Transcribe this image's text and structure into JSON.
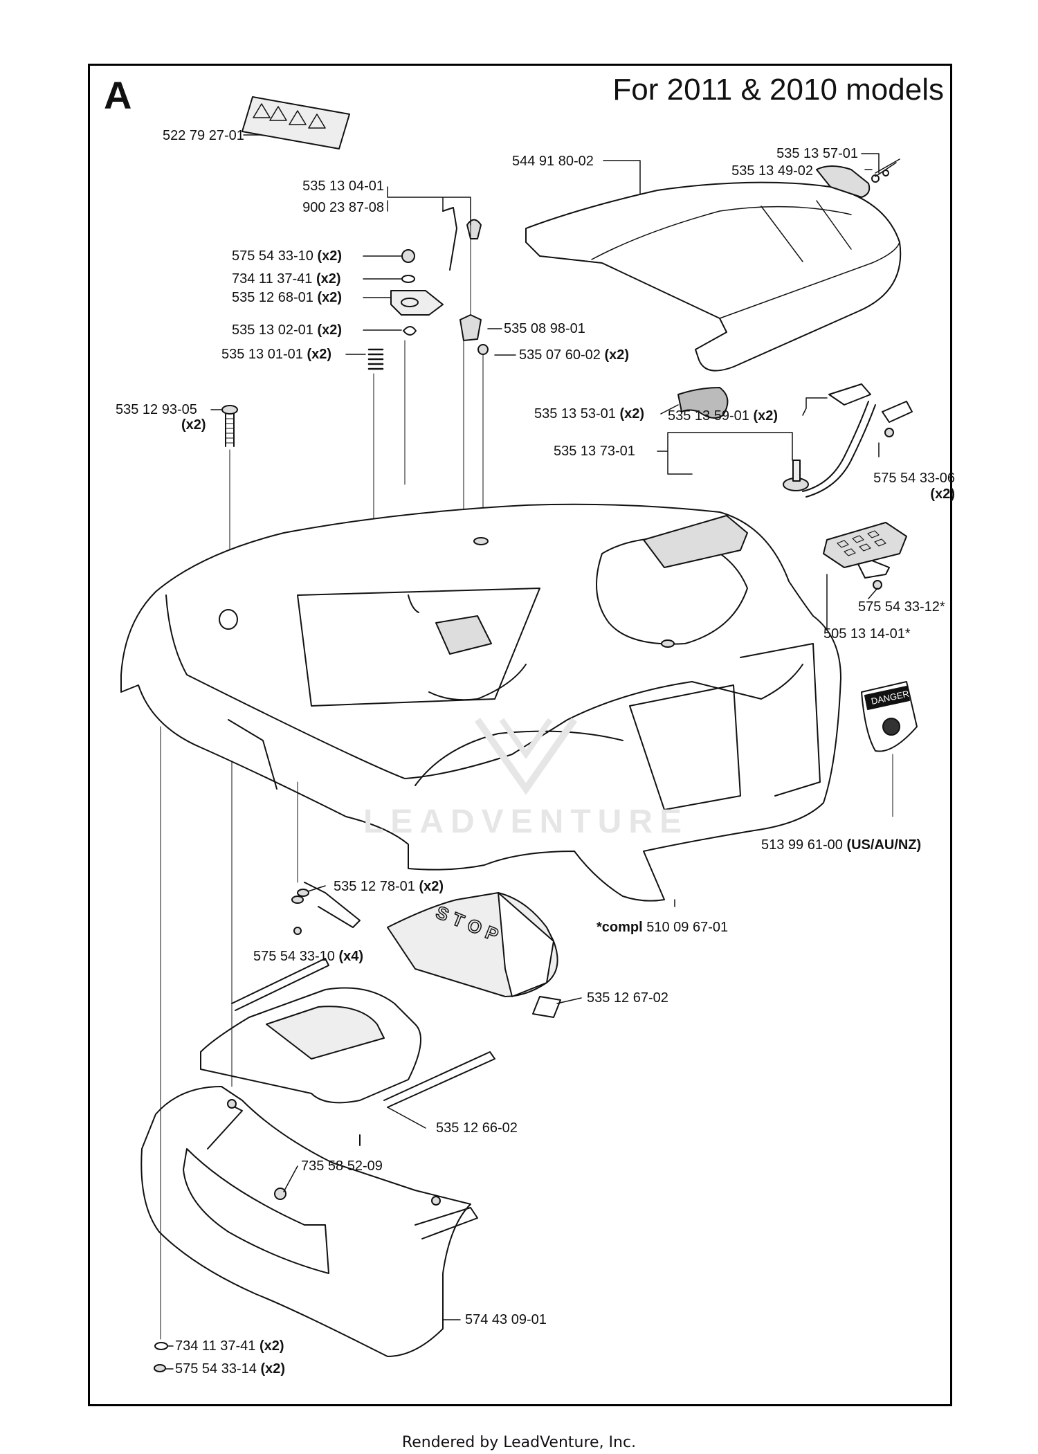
{
  "header": {
    "section_letter": "A",
    "title": "For 2011 & 2010 models"
  },
  "footer": {
    "text": "Rendered by LeadVenture, Inc."
  },
  "watermark": {
    "text": "LEADVENTURE"
  },
  "labels": {
    "warning_decal": {
      "part": "522 79 27-01",
      "qty": ""
    },
    "clip_a": {
      "part": "535 13 04-01",
      "qty": ""
    },
    "clip_b": {
      "part": "900 23 87-08",
      "qty": ""
    },
    "top_cover": {
      "part": "544 91 80-02",
      "qty": ""
    },
    "hinge_spring": {
      "part": "535 13 57-01",
      "qty": ""
    },
    "hatch_latch": {
      "part": "535 13 49-02",
      "qty": ""
    },
    "screw_top": {
      "part": "575 54 33-10",
      "qty": "(x2)"
    },
    "washer_top": {
      "part": "734 11 37-41",
      "qty": "(x2)"
    },
    "bracket": {
      "part": "535 12 68-01",
      "qty": "(x2)"
    },
    "spring_clip": {
      "part": "535 13 02-01",
      "qty": "(x2)"
    },
    "coil_spring": {
      "part": "535 13 01-01",
      "qty": "(x2)"
    },
    "cable_holder": {
      "part": "535 08 98-01",
      "qty": ""
    },
    "screw_small": {
      "part": "535 07 60-02",
      "qty": "(x2)"
    },
    "long_screw": {
      "part": "535 12 93-05",
      "qty": "(x2)"
    },
    "hinge_arm": {
      "part": "535 13 53-01",
      "qty": "(x2)"
    },
    "hinge_pin": {
      "part": "535 13 59-01",
      "qty": "(x2)"
    },
    "hinge_assy": {
      "part": "535 13 73-01",
      "qty": ""
    },
    "screw_hinge": {
      "part": "575 54 33-06",
      "qty": "(x2)"
    },
    "screw_keypad": {
      "part": "575 54 33-12*",
      "qty": ""
    },
    "keypad": {
      "part": "505 13 14-01*",
      "qty": ""
    },
    "danger_decal": {
      "part": "513 99 61-00",
      "qty": "(US/AU/NZ)"
    },
    "body_compl": {
      "prefix": "*compl",
      "part": "510 09 67-01"
    },
    "stop_bracket": {
      "part": "535 12 78-01",
      "qty": "(x2)"
    },
    "screw_stop": {
      "part": "575 54 33-10",
      "qty": "(x4)"
    },
    "stop_button": {
      "part": "535 12 67-02",
      "qty": ""
    },
    "front_plate": {
      "part": "535 12 66-02",
      "qty": ""
    },
    "nut_front": {
      "part": "735 58 52-09",
      "qty": ""
    },
    "front_bumper": {
      "part": "574 43 09-01",
      "qty": ""
    },
    "washer_bottom": {
      "part": "734 11 37-41",
      "qty": "(x2)"
    },
    "screw_bottom": {
      "part": "575 54 33-14",
      "qty": "(x2)"
    }
  },
  "decals": {
    "danger_text": "DANGER",
    "stop_text": "STOP"
  }
}
